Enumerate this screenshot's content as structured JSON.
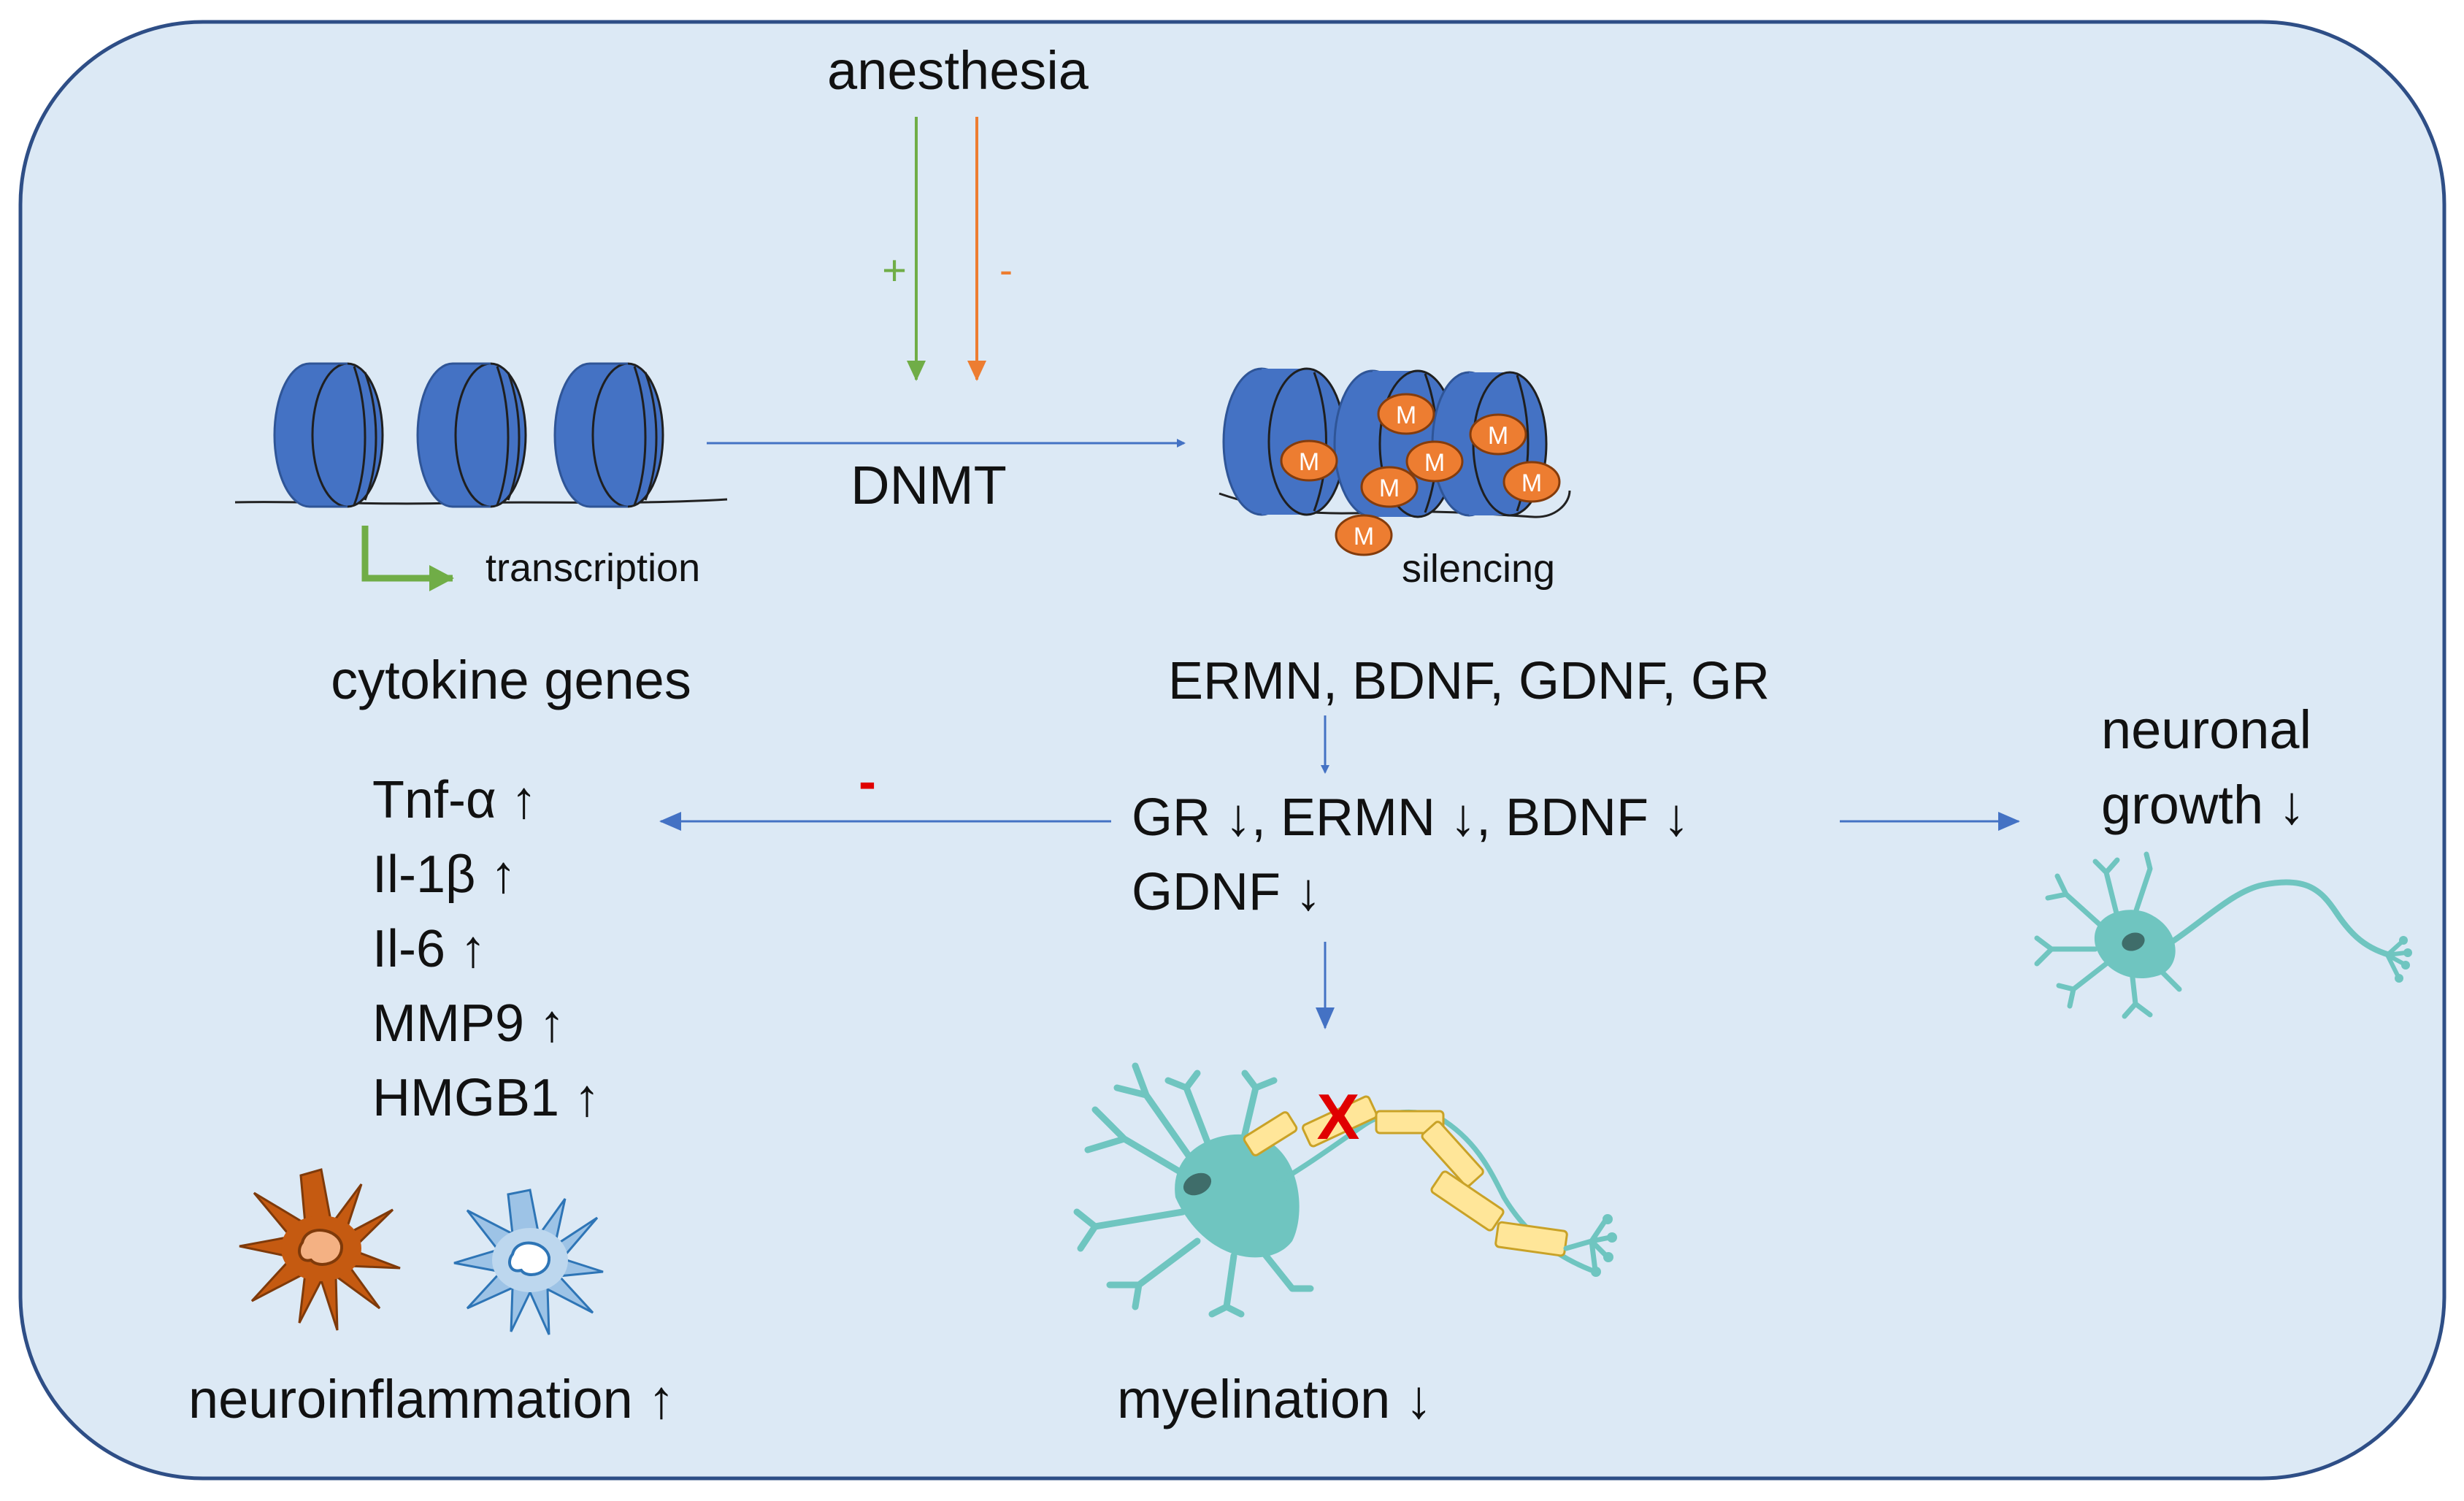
{
  "top": {
    "anesthesia": "anesthesia",
    "plus": "+",
    "minus": "-",
    "dnmt": "DNMT"
  },
  "left": {
    "transcription": "transcription",
    "cytokine_genes": "cytokine genes",
    "cytokines": [
      "Tnf-α ↑",
      "Il-1β ↑",
      "Il-6 ↑",
      "MMP9 ↑",
      "HMGB1 ↑"
    ],
    "neuroinflammation": "neuroinflammation ↑"
  },
  "center": {
    "methyl_mark": "M",
    "silencing": "silencing",
    "silenced_genes": "ERMN, BDNF, GDNF, GR",
    "down_line1": "GR ↓, ERMN ↓, BDNF ↓",
    "down_line2": "GDNF ↓",
    "inhibit_sign": "-",
    "block_mark": "X",
    "myelination": "myelination ↓"
  },
  "right": {
    "neuronal": "neuronal",
    "growth": "growth ↓"
  },
  "colors": {
    "panel_bg": "#dce9f5",
    "panel_border": "#2e4e86",
    "nucleosome": "#4472c4",
    "methyl": "#ed7d31",
    "green": "#70ad47",
    "orange": "#ed7d31",
    "arrow_blue": "#4472c4",
    "red": "#e00000",
    "neuron": "#6fc5c0",
    "myelin": "#ffe699",
    "microglia_orange": "#c55a11",
    "microglia_blue": "#9dc3e6"
  }
}
